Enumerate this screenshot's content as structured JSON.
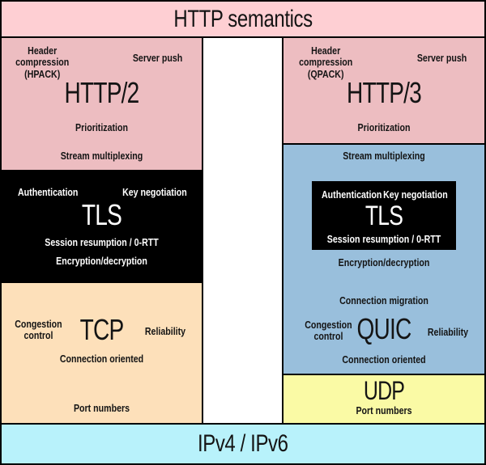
{
  "colors": {
    "pink_light": "#fecfd3",
    "pink": "#edbdc1",
    "black": "#000000",
    "peach": "#fde0ba",
    "blue": "#99bfdc",
    "yellow": "#fafaa5",
    "cyan": "#b8f2fb"
  },
  "semantics_bar": {
    "title": "HTTP semantics"
  },
  "ip_bar": {
    "title": "IPv4 / IPv6"
  },
  "http2_stack": {
    "http2": {
      "title": "HTTP/2",
      "header_compression": "Header compression",
      "codec": "(HPACK)",
      "server_push": "Server push",
      "prioritization": "Prioritization",
      "stream_multiplexing": "Stream multiplexing"
    },
    "tls": {
      "title": "TLS",
      "authentication": "Authentication",
      "key_negotiation": "Key negotiation",
      "session_resumption": "Session resumption / 0-RTT",
      "encryption": "Encryption/decryption"
    },
    "tcp": {
      "title": "TCP",
      "congestion_control": "Congestion control",
      "reliability": "Reliability",
      "connection_oriented": "Connection oriented",
      "port_numbers": "Port numbers"
    }
  },
  "http3_stack": {
    "http3": {
      "title": "HTTP/3",
      "header_compression": "Header compression",
      "codec": "(QPACK)",
      "server_push": "Server push",
      "prioritization": "Prioritization"
    },
    "quic": {
      "title": "QUIC",
      "stream_multiplexing": "Stream multiplexing",
      "tls": {
        "title": "TLS",
        "authentication": "Authentication",
        "key_negotiation": "Key negotiation",
        "session_resumption": "Session resumption / 0-RTT"
      },
      "encryption": "Encryption/decryption",
      "connection_migration": "Connection migration",
      "congestion_control": "Congestion control",
      "reliability": "Reliability",
      "connection_oriented": "Connection oriented"
    },
    "udp": {
      "title": "UDP",
      "port_numbers": "Port numbers"
    }
  }
}
